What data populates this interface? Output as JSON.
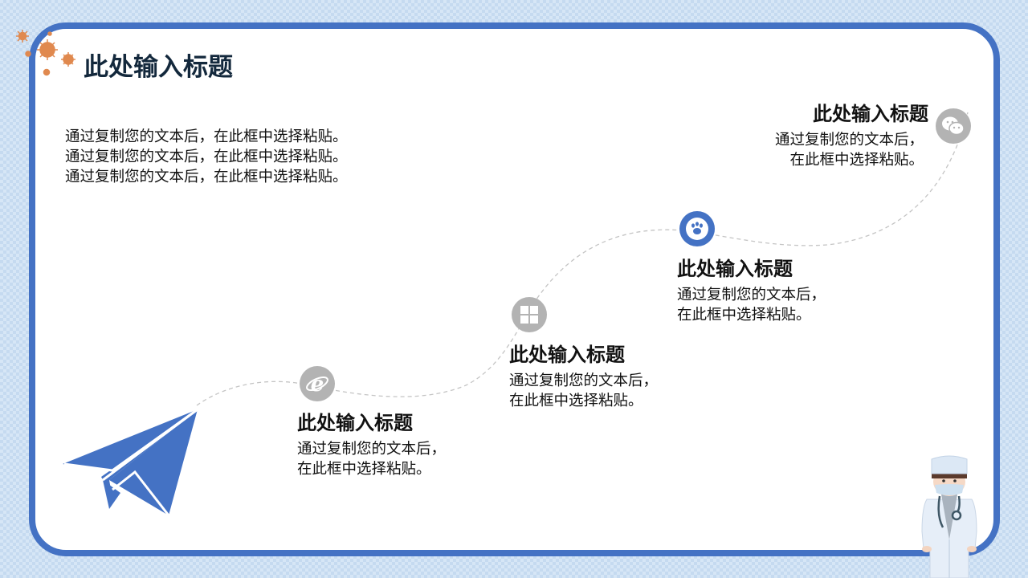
{
  "header": {
    "title": "此处输入标题"
  },
  "intro": {
    "lines": [
      "通过复制您的文本后，在此框中选择粘贴。",
      "通过复制您的文本后，在此框中选择粘贴。",
      "通过复制您的文本后，在此框中选择粘贴。"
    ]
  },
  "steps": [
    {
      "icon": "ie-browser-icon",
      "title": "此处输入标题",
      "line1": "通过复制您的文本后，",
      "line2": "在此框中选择粘贴。",
      "icon_color": "#b3b3b3"
    },
    {
      "icon": "windows-icon",
      "title": "此处输入标题",
      "line1": "通过复制您的文本后，",
      "line2": "在此框中选择粘贴。",
      "icon_color": "#b3b3b3"
    },
    {
      "icon": "paw-icon",
      "title": "此处输入标题",
      "line1": "通过复制您的文本后，",
      "line2": "在此框中选择粘贴。",
      "icon_color": "#4472c4"
    },
    {
      "icon": "wechat-icon",
      "title": "此处输入标题",
      "line1": "通过复制您的文本后，",
      "line2": "在此框中选择粘贴。",
      "icon_color": "#b3b3b3"
    }
  ],
  "colors": {
    "accent": "#4472c4",
    "title": "#13283c",
    "virus": "#e0894f",
    "icon_gray": "#b3b3b3",
    "background": "#d6e6f6"
  }
}
